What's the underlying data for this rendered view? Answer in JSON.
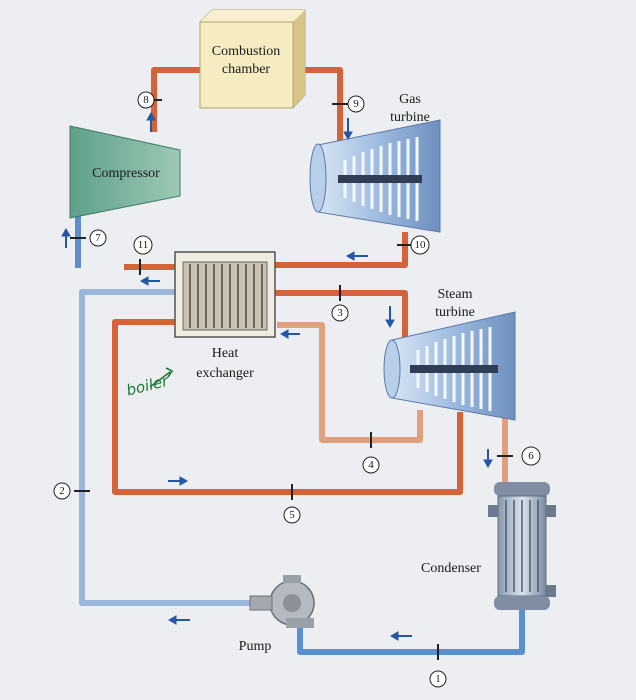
{
  "components": {
    "combustion_chamber": [
      "Combustion",
      "chamber"
    ],
    "gas_turbine": [
      "Gas",
      "turbine"
    ],
    "compressor": "Compressor",
    "heat_exchanger": [
      "Heat",
      "exchanger"
    ],
    "steam_turbine": [
      "Steam",
      "turbine"
    ],
    "condenser": "Condenser",
    "pump": "Pump"
  },
  "annotation": "boiler",
  "states": [
    "1",
    "2",
    "3",
    "4",
    "5",
    "6",
    "7",
    "8",
    "9",
    "10",
    "11"
  ],
  "colors": {
    "gas_pipe": "#d4633a",
    "steam_pipe": "#d4633a",
    "water_pipe": "#8fb0d8",
    "extraction_pipe": "#e0a07e",
    "arrow": "#2356a6",
    "chamber_fill": "#f6ecc2",
    "turbine_fill": "#a8c4e4",
    "handwriting": "#1f7a35"
  }
}
